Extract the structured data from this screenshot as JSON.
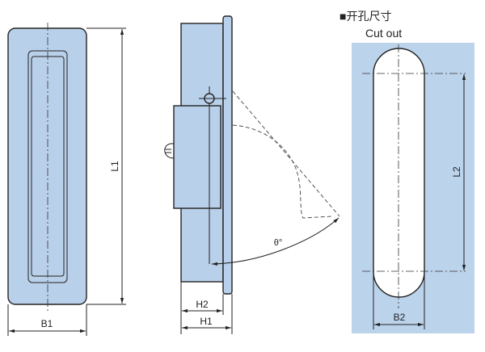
{
  "colors": {
    "part_fill": "#b9d0ea",
    "panel_fill": "#bcd3ec",
    "line": "#222222"
  },
  "front_view": {
    "width_label": "B1",
    "length_label": "L1"
  },
  "side_view": {
    "h1_label": "H1",
    "h2_label": "H2",
    "angle_label": "θ°"
  },
  "cutout": {
    "title_cn": "■开孔尺寸",
    "title_en": "Cut out",
    "width_label": "B2",
    "length_label": "L2"
  }
}
